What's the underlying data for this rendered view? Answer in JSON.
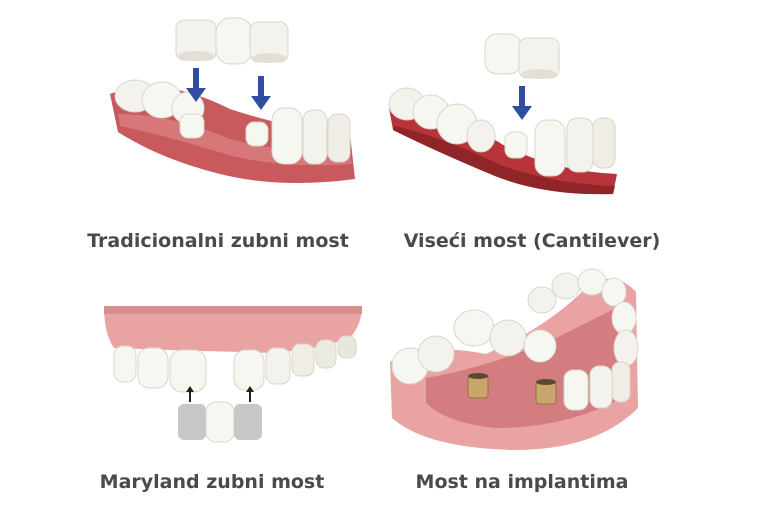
{
  "captions": {
    "traditional": "Tradicionalni zubni most",
    "cantilever": "Viseći most (Cantilever)",
    "maryland": "Maryland zubni most",
    "implant": "Most na implantima"
  },
  "colors": {
    "gum": "#c85a5e",
    "gum_dark": "#a8353b",
    "gum_light": "#e9a3a3",
    "tooth": "#f7f7f2",
    "tooth_shade": "#d9d6cc",
    "arrow": "#2f4ea1",
    "caption": "#4a4a4a",
    "metal": "#c7a56b"
  }
}
